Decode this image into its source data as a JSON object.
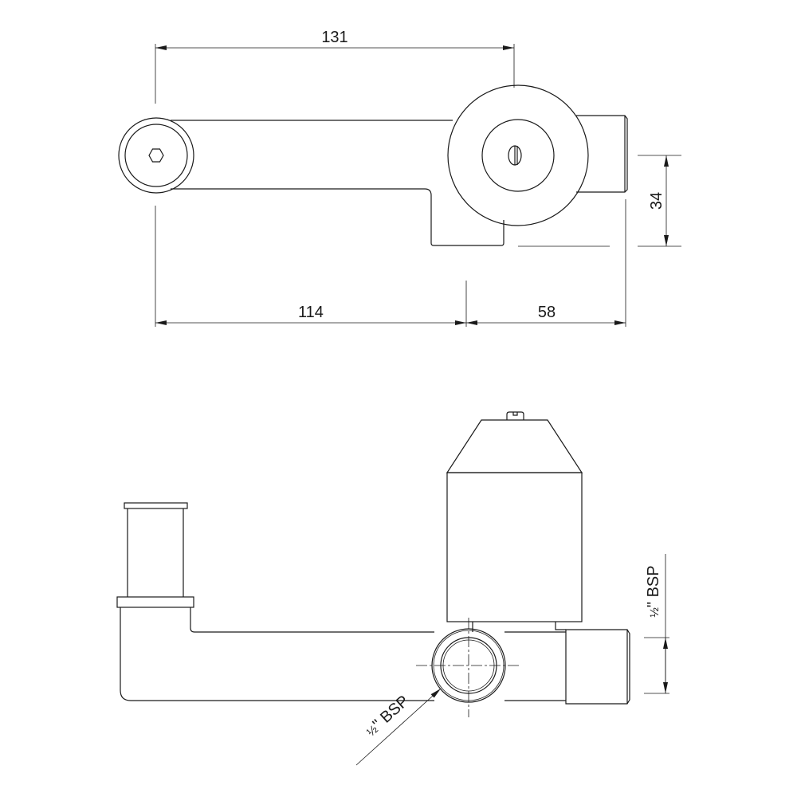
{
  "top_view": {
    "dimensions": {
      "overall_length": "131",
      "left_offset": "114",
      "right_offset": "58",
      "height": "34"
    }
  },
  "side_view": {
    "thread_vertical": {
      "fraction": "½",
      "label": "\" BSP"
    },
    "thread_leader": {
      "fraction": "½",
      "label": "\" BSP"
    }
  },
  "colors": {
    "line": "#1a1a1a",
    "background": "#ffffff"
  }
}
